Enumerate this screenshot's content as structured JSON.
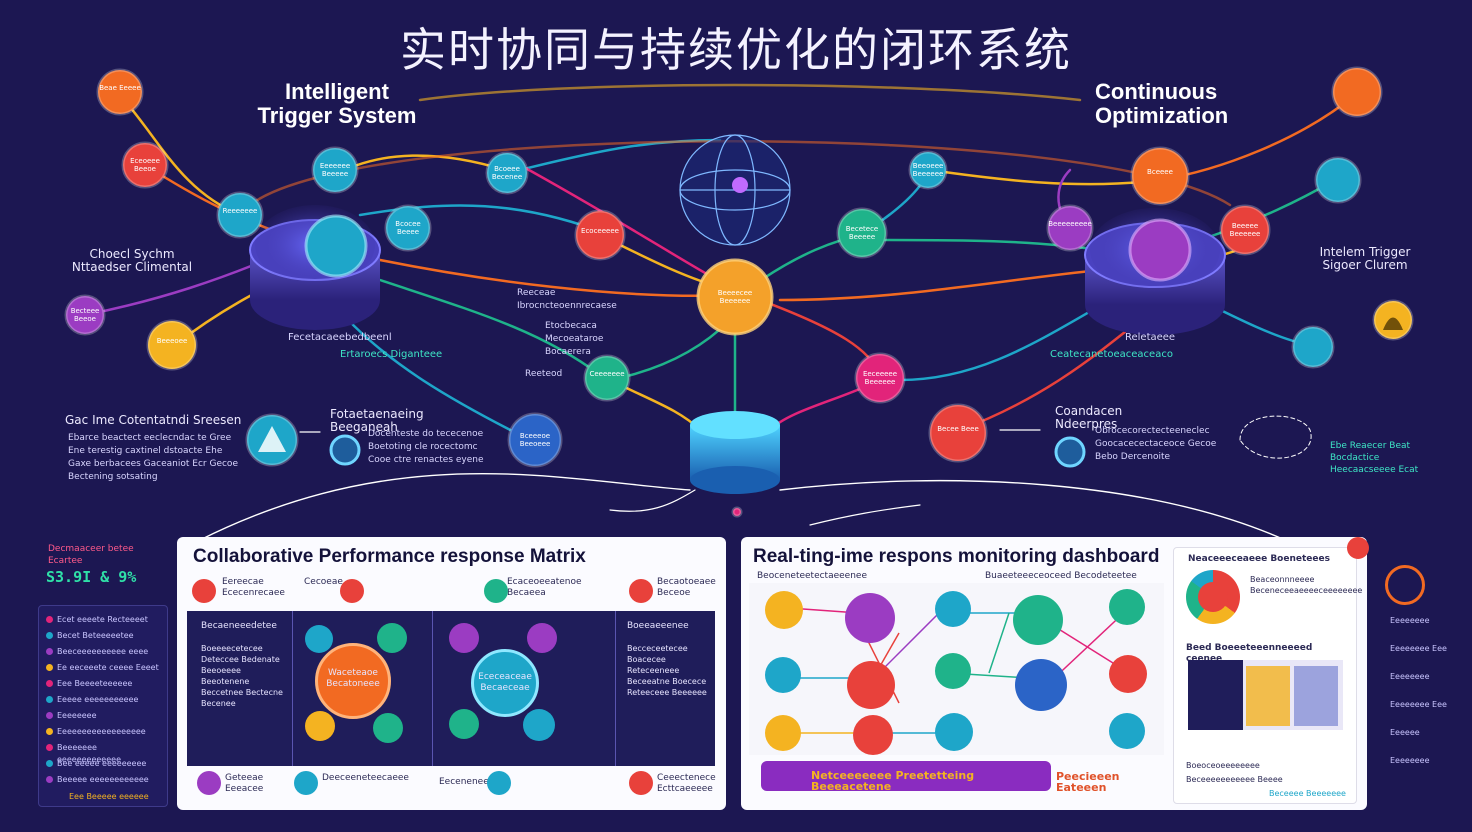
{
  "title": "实时协同与持续优化的闭环系统",
  "headers": {
    "left": "Intelligent Trigger System",
    "right": "Continuous Optimization"
  },
  "labels": {
    "left_side": "Choecl Sychm Nttaedser Climental",
    "right_side": "Intelem Trigger Sigoer Clurem",
    "left_bottom_title": "Gac Ime Cotentatndi Sreesen",
    "left_bottom_body": "Ebarce beactect eeclecndac te Gree Ene terestig caxtinel dstoacte Ehe Gaxe berbacees Gaceaniot Ecr Gecoe Bectening sotsating",
    "mid_left_title": "Fotaetaenaeing Beeganeah",
    "mid_left_body": "Docenteste do tececenoe Boetoting cle rocectomc Cooe ctre renactes eyene",
    "mid_right_title": "Coandacen Ndeerpres",
    "mid_right_body": "Obrocecorectecteeneclec Goocacecectaceoce Gecoe Bebo Dercenoite",
    "left_cyl_caption": "Fecetacaeebedbeenl",
    "left_cyl_sub": "Ertaroecs Diganteee",
    "right_cyl_caption": "Reletaeee",
    "right_sub": "Ceatecanetoeaceaceaco",
    "arrow_a": "Reeceae Ibrocncteoennrecaese",
    "arrow_b": "Etocbecaca Mecoeataroe Bocaerera",
    "arrow_c": "Reeteod",
    "left_side_stat_title": "Decmaaceer betee Ecartee",
    "left_side_stat": "S3.9I & 9%",
    "right_side_stat": "Ebe Reaecer Beat Bocdactice Heecaacseeee Ecat"
  },
  "panel_left": {
    "title": "Collaborative Performance response Matrix",
    "tl": "Eereecae Ececenrecaee",
    "col2": "Cecoeae",
    "col3": "Ecaceoeeatenoe Becaeea",
    "col4": "Becaotoeaee Beceoe",
    "side_title": "Becaeneeedetee",
    "side_body": "Boeeeecetecee Deteccee Bedenate Beeoeeee Beeotenene Beccetnee Bectecne Becenee",
    "right_title": "Boeeaeeenee",
    "right_body": "Becceceetecee Boacecee Reteceeneee Beceeatne Boecece Reteeceee Beeeeee",
    "bottom": [
      "Geteeae Eeeacee",
      "Deeceeneteecaeee",
      "Eeceneneee",
      "Ceeectenece Ecttcaeeeee"
    ],
    "hub_label": "Waceteaoe Becatoneee",
    "hub2_label": "Ececeaceae Becaeceae"
  },
  "panel_right": {
    "title": "Real-ting-ime respons monitoring dashboard",
    "sub_left": "Beoceneteetectaeeenee",
    "sub_mid": "Buaeeteeeceoceed Becodeteetee",
    "banner": "Netceeeeeee Preetetteing Beeeacetene",
    "banner_right": "Peecieeen Eateeen",
    "gauge_title": "Neaceeeceaeee Boeneteees",
    "gauge_text": "Beaceonnneeee Beceneceeaeeeeceeeeeeee",
    "matrix_title": "Beed Boeeeteeenneeeed ceenee",
    "foot1": "Boeoceoeeeeeeee",
    "foot2": "Beceeeeeeeeeee Beeee",
    "foot3": "Beceeee Beeeeeee"
  },
  "left_list": [
    "Ecet eeeete Recteeeet",
    "Becet Beteeeeetee",
    "Beeceeeeeeeeee eeee",
    "Ee eeceeete ceeee Eeeet",
    "Eee Beeeeteeeeee",
    "Eeeee eeeeeeeeeee",
    "Eeeeeeee",
    "Eeeeeeeeeeeeeeeeee",
    "Beeeeeee eeeeeeeeeeeee",
    "Bee eeeee eeeeeeeee",
    "Beeeee eeeeeeeeeeee"
  ],
  "left_list_foot": "Eee Beeeee eeeeee",
  "right_list": [
    "Eeeeeeee",
    "Eeeeeeee Eee",
    "Eeeeeeee",
    "Eeeeeeee Eee",
    "Eeeeee",
    "Eeeeeeee"
  ],
  "nodes": [
    "Beae Eeeee",
    "Eceoeee Beeoe",
    "Reeeeeee",
    "Becteee Beeoe",
    "Beeeoee",
    "Eeeeeee Beeeee",
    "Bcocee Beeee",
    "Bcoeee Becenee",
    "Ecoceeeee",
    "Beeeecee Beeeeee",
    "Becetece Beeeee",
    "Beeoeee Beeeeee",
    "Ceeeeeee",
    "Eeceeeee Beeeeee",
    "Bceeeoe Beeoeee",
    "Becee Beee",
    "Beeeeeeeee",
    "Bceeee",
    "Beeeee Beeeeee"
  ],
  "colors": {
    "bg": "#1c1752",
    "orange": "#f26a22",
    "red": "#e8413b",
    "teal": "#1ea6c9",
    "green": "#1fb38a",
    "purple": "#9b3cc2",
    "pink": "#e2247a",
    "yellow": "#f4b321",
    "blue": "#2b64c7"
  }
}
